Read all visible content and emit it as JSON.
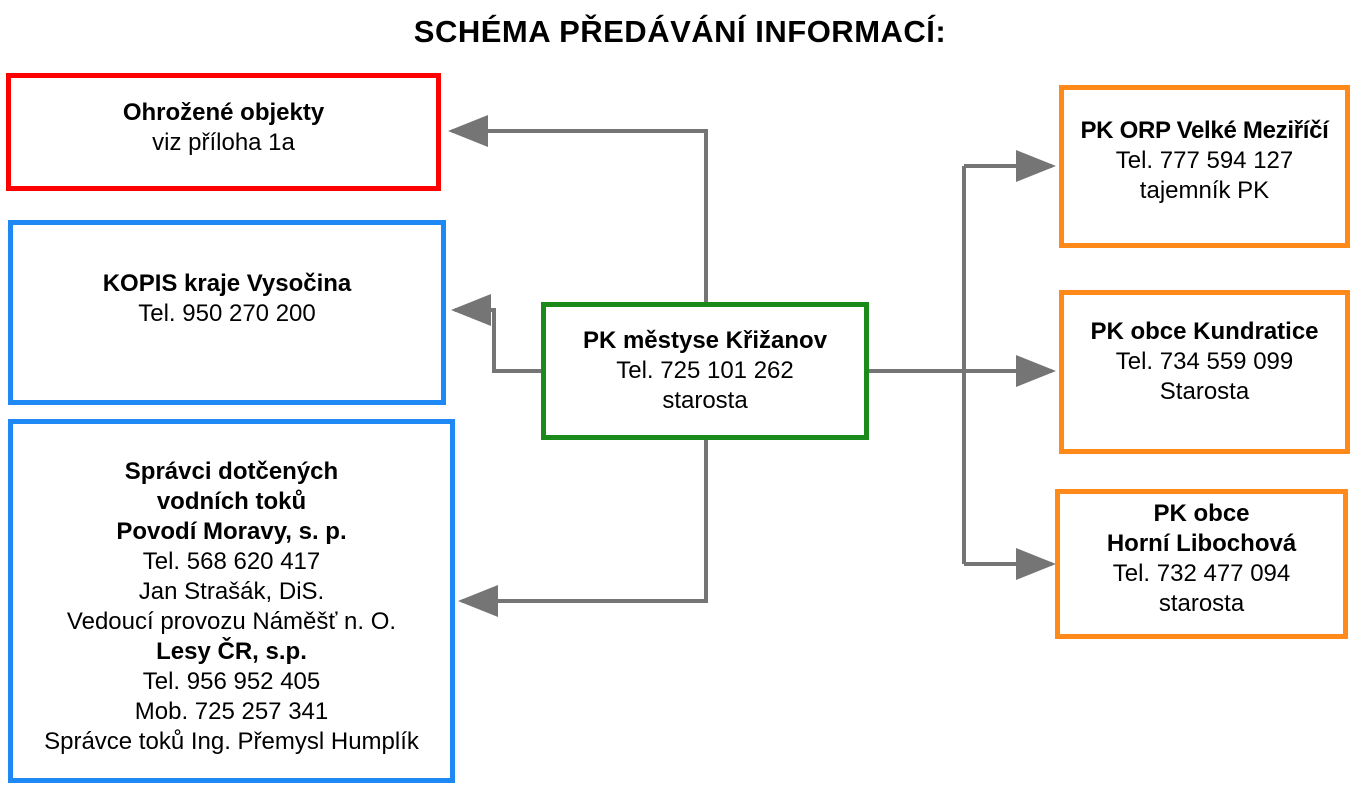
{
  "title": "SCHÉMA PŘEDÁVÁNÍ INFORMACÍ:",
  "colors": {
    "red": "#ff0000",
    "blue": "#1e88f5",
    "green": "#1a8a1a",
    "orange": "#ff8a1a",
    "arrow": "#757575"
  },
  "center": {
    "name": "PK městyse Křižanov",
    "phone": "Tel. 725 101 262",
    "role": "starosta"
  },
  "left": {
    "ohrozene": {
      "name": "Ohrožené objekty",
      "note": "viz příloha 1a"
    },
    "kopis": {
      "name": "KOPIS kraje Vysočina",
      "phone": "Tel. 950 270 200"
    },
    "spravci": {
      "heading_1": "Správci dotčených",
      "heading_2": "vodních toků",
      "povodi_name": "Povodí Moravy, s. p.",
      "povodi_phone": "Tel. 568 620 417",
      "povodi_person": "Jan Strašák, DiS.",
      "povodi_role": "Vedoucí provozu Náměšť n. O.",
      "lesy_name": "Lesy ČR, s.p.",
      "lesy_phone": "Tel. 956 952 405",
      "lesy_mobile": "Mob. 725 257 341",
      "lesy_role": "Správce toků Ing. Přemysl Humplík"
    }
  },
  "right": {
    "orp": {
      "name": "PK ORP Velké Meziříčí",
      "phone": "Tel.  777 594 127",
      "role": "tajemník PK"
    },
    "kundratice": {
      "name": "PK obce Kundratice",
      "phone": "Tel.  734 559 099",
      "role": "Starosta"
    },
    "libochova": {
      "name_1": "PK obce",
      "name_2": "Horní Libochová",
      "phone": "Tel. 732 477 094",
      "role": "starosta"
    }
  }
}
